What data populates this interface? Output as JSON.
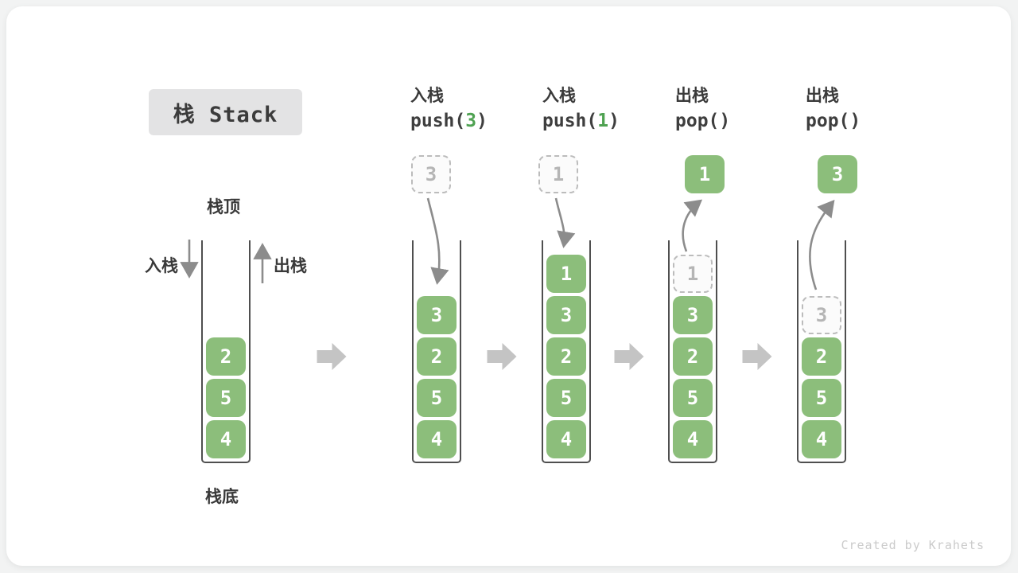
{
  "title": "栈 Stack",
  "labels": {
    "stack_top": "栈顶",
    "stack_bottom": "栈底",
    "push_side": "入栈",
    "pop_side": "出栈"
  },
  "watermark": "Created by Krahets",
  "colors": {
    "block_green": "#8cbe7b",
    "code_highlight_green": "#4fa252",
    "flow_arrow_gray": "#c4c4c4",
    "curve_arrow_gray": "#8c8c8c",
    "dashed_gray": "#bcbcbc",
    "title_bg": "#e3e3e4",
    "text_dark": "#3a3a3a"
  },
  "operations": [
    {
      "cn": "入栈",
      "code_parts": [
        {
          "text": "push("
        },
        {
          "text": "3",
          "highlight": true
        },
        {
          "text": ")"
        }
      ]
    },
    {
      "cn": "入栈",
      "code_parts": [
        {
          "text": "push("
        },
        {
          "text": "1",
          "highlight": true
        },
        {
          "text": ")"
        }
      ]
    },
    {
      "cn": "出栈",
      "code_parts": [
        {
          "text": "pop()"
        }
      ]
    },
    {
      "cn": "出栈",
      "code_parts": [
        {
          "text": "pop()"
        }
      ]
    }
  ],
  "floating_values": [
    {
      "value": "3",
      "style": "dashed"
    },
    {
      "value": "1",
      "style": "dashed"
    },
    {
      "value": "1",
      "style": "solid"
    },
    {
      "value": "3",
      "style": "solid"
    }
  ],
  "stacks": [
    {
      "name": "initial-stack",
      "cells": [
        {
          "value": "2",
          "row": 2,
          "style": "solid"
        },
        {
          "value": "5",
          "row": 3,
          "style": "solid"
        },
        {
          "value": "4",
          "row": 4,
          "style": "solid"
        }
      ]
    },
    {
      "name": "after-push-3",
      "cells": [
        {
          "value": "3",
          "row": 1,
          "style": "solid"
        },
        {
          "value": "2",
          "row": 2,
          "style": "solid"
        },
        {
          "value": "5",
          "row": 3,
          "style": "solid"
        },
        {
          "value": "4",
          "row": 4,
          "style": "solid"
        }
      ]
    },
    {
      "name": "after-push-1",
      "cells": [
        {
          "value": "1",
          "row": 0,
          "style": "solid"
        },
        {
          "value": "3",
          "row": 1,
          "style": "solid"
        },
        {
          "value": "2",
          "row": 2,
          "style": "solid"
        },
        {
          "value": "5",
          "row": 3,
          "style": "solid"
        },
        {
          "value": "4",
          "row": 4,
          "style": "solid"
        }
      ]
    },
    {
      "name": "after-pop-1",
      "cells": [
        {
          "value": "1",
          "row": 0,
          "style": "dashed"
        },
        {
          "value": "3",
          "row": 1,
          "style": "solid"
        },
        {
          "value": "2",
          "row": 2,
          "style": "solid"
        },
        {
          "value": "5",
          "row": 3,
          "style": "solid"
        },
        {
          "value": "4",
          "row": 4,
          "style": "solid"
        }
      ]
    },
    {
      "name": "after-pop-3",
      "cells": [
        {
          "value": "3",
          "row": 1,
          "style": "dashed"
        },
        {
          "value": "2",
          "row": 2,
          "style": "solid"
        },
        {
          "value": "5",
          "row": 3,
          "style": "solid"
        },
        {
          "value": "4",
          "row": 4,
          "style": "solid"
        }
      ]
    }
  ]
}
